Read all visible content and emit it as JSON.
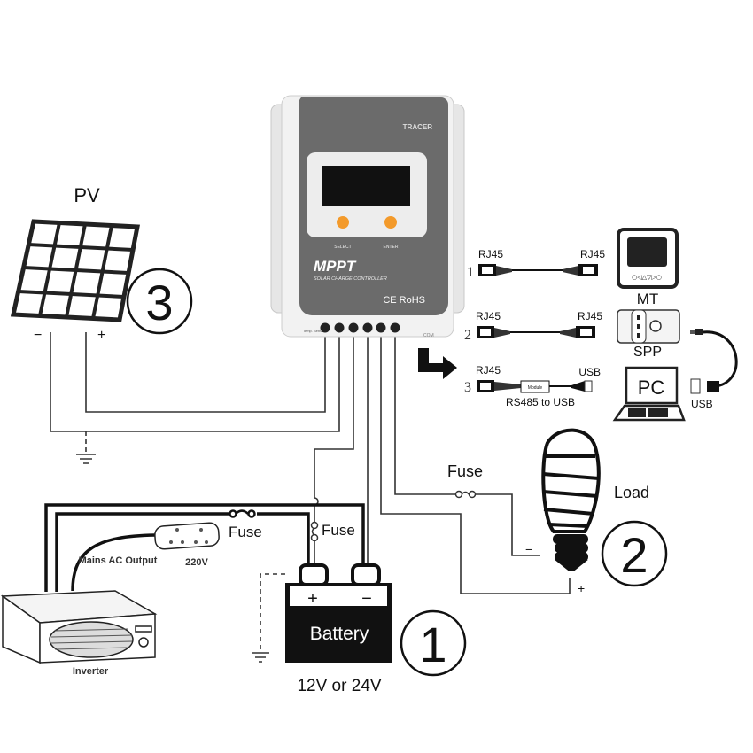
{
  "controller": {
    "brand": "TRACER",
    "button_select": "SELECT",
    "button_enter": "ENTER",
    "model": "MPPT",
    "subtitle": "SOLAR CHARGE CONTROLLER",
    "certs": "CE RoHS",
    "temp_sensor": "Temp. Sensor",
    "com": "COM",
    "body_color": "#6b6b6b",
    "button_color": "#f39a2b"
  },
  "pv": {
    "label": "PV",
    "minus": "−",
    "plus": "+",
    "number": "3"
  },
  "load": {
    "label": "Load",
    "fuse": "Fuse",
    "minus": "−",
    "plus": "+",
    "number": "2"
  },
  "battery": {
    "label": "Battery",
    "plus": "+",
    "minus": "−",
    "voltage": "12V or 24V",
    "number": "1",
    "fuse": "Fuse"
  },
  "inverter": {
    "label": "Inverter",
    "output_label": "Mains AC Output",
    "socket_voltage": "220V",
    "fuse": "Fuse"
  },
  "communication": {
    "options": [
      {
        "number": "1",
        "left": "RJ45",
        "right": "RJ45",
        "device": "MT"
      },
      {
        "number": "2",
        "left": "RJ45",
        "right": "RJ45",
        "device": "SPP"
      },
      {
        "number": "3",
        "left": "RJ45",
        "right": "USB",
        "module": "Module",
        "caption": "RS485 to USB",
        "device": "PC"
      }
    ],
    "usb_label": "USB"
  }
}
